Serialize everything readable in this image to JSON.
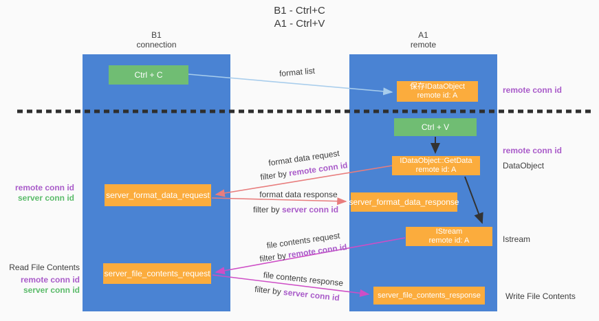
{
  "title": {
    "line1": "B1 - Ctrl+C",
    "line2": "A1 - Ctrl+V"
  },
  "colors": {
    "lane_blue": "#4a83d3",
    "node_green": "#70bd73",
    "node_orange": "#fbac3d",
    "arrow_lightblue": "#a8cdec",
    "arrow_red": "#e87d7d",
    "arrow_magenta": "#ce4ec6",
    "arrow_black": "#333333",
    "text_purple": "#a95bc9",
    "text_green": "#5bbb6a",
    "background": "#fafafa"
  },
  "columns": {
    "left": {
      "line1": "B1",
      "line2": "connection"
    },
    "right": {
      "line1": "A1",
      "line2": "remote"
    }
  },
  "nodes": {
    "ctrl_c": {
      "label": "Ctrl + C"
    },
    "ctrl_v": {
      "label": "Ctrl + V"
    },
    "save_dataobject": {
      "line1": "保存IDataObject",
      "line2": "remote id: A"
    },
    "getdata": {
      "line1": "IDataObject::GetData",
      "line2": "remote id: A"
    },
    "istream": {
      "line1": "IStream",
      "line2": "remote id: A"
    },
    "server_format_data_request": {
      "label": "server_format_data_request"
    },
    "server_format_data_response": {
      "label": "server_format_data_response"
    },
    "server_file_contents_request": {
      "label": "server_file_contents_request"
    },
    "server_file_contents_response": {
      "label": "server_file_contents_response"
    }
  },
  "edge_labels": {
    "format_list": {
      "text": "format list"
    },
    "format_data_request": {
      "text": "format data request",
      "filter_prefix": "filter by ",
      "filter_value": "remote conn id"
    },
    "format_data_response": {
      "text": "format data response",
      "filter_prefix": "filter by ",
      "filter_value": "server conn id"
    },
    "file_contents_request": {
      "text": "file contents request",
      "filter_prefix": "filter by ",
      "filter_value": "remote conn id"
    },
    "file_contents_response": {
      "text": "file contents response",
      "filter_prefix": "filter by ",
      "filter_value": "server conn id"
    }
  },
  "annotations": {
    "right_remote_conn_id_top": "remote conn id",
    "right_remote_conn_id_mid": "remote conn id",
    "right_dataobject": "DataObject",
    "right_istream": "Istream",
    "right_write_file_contents": "Write File Contents",
    "left_remote_conn_id_1": "remote conn id",
    "left_server_conn_id_1": "server conn id",
    "left_read_file_contents": "Read File Contents",
    "left_remote_conn_id_2": "remote conn id",
    "left_server_conn_id_2": "server conn id"
  }
}
